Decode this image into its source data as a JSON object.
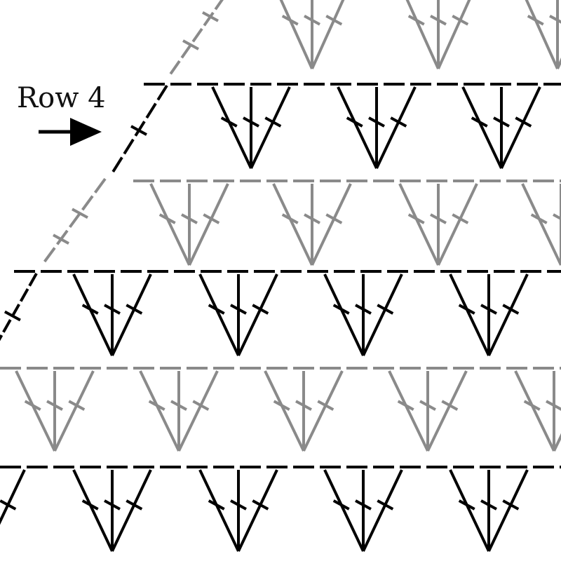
{
  "label": {
    "text": "Row 4"
  },
  "colors": {
    "current_row": "#000000",
    "other_rows": "#8a8a8a",
    "background": "#ffffff"
  },
  "icons": {
    "pointer": "arrow-right-icon"
  },
  "stitches": {
    "symbol": "treble-crochet-v-cluster",
    "chain": "chain-dash"
  }
}
